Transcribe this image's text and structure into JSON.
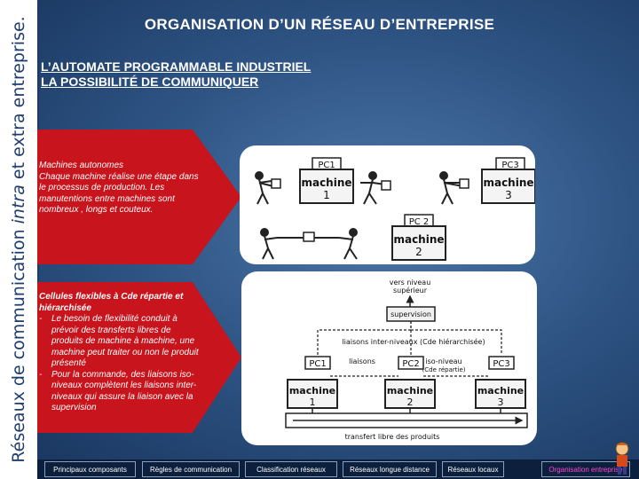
{
  "sidebar": {
    "part1": "Réseaux de communication ",
    "part2_italic": "intra",
    "part3": " et extra entreprise."
  },
  "title": "ORGANISATION D’UN RÉSEAU D’ENTREPRISE",
  "subtitle": {
    "line1": "L’AUTOMATE PROGRAMMABLE INDUSTRIEL",
    "line2": "LA POSSIBILITÉ DE COMMUNIQUER"
  },
  "box1": {
    "heading": "Machines autonomes",
    "body": "Chaque machine réalise une étape dans le processus de production. Les manutentions entre machines sont nombreux , longs et couteux."
  },
  "box2": {
    "heading": "Cellules flexibles à Cde répartie et hiérarchisée",
    "items": [
      "Le besoin de flexibilité conduit à prévoir des transferts libres de produits de machine à machine, une machine peut traiter ou non le produit présenté",
      "Pour la commande, des liaisons iso-niveaux complètent les liaisons inter-niveaux qui assure la liaison avec la supervision"
    ],
    "bullet": "-"
  },
  "diagram1": {
    "pc1": "PC1",
    "pc2": "PC 2",
    "pc3": "PC3",
    "machine_word": "machine",
    "m1": "1",
    "m2": "2",
    "m3": "3"
  },
  "diagram2": {
    "vers_line1": "vers niveau",
    "vers_line2": "supérieur",
    "supervision": "supervision",
    "inter_niveaux": "liaisons inter-niveaux (Cde hiérarchisée)",
    "liaisons": "liaisons",
    "iso_niveau_line1": "iso-niveau",
    "iso_niveau_line2": "(Cde répartie)",
    "pc1": "PC1",
    "pc2": "PC2",
    "pc3": "PC3",
    "machine_word": "machine",
    "m1": "1",
    "m2": "2",
    "m3": "3",
    "transfert": "transfert libre des produits"
  },
  "nav": [
    {
      "label": "Principaux composants",
      "active": false
    },
    {
      "label": "Règles de communication",
      "active": false
    },
    {
      "label": "Classification réseaux",
      "active": false
    },
    {
      "label": "Réseaux longue distance",
      "active": false
    },
    {
      "label": "Réseaux locaux",
      "active": false
    },
    {
      "label": "Organisation entreprise",
      "active": true
    }
  ],
  "colors": {
    "arrow_red": "#c8141c",
    "background_blue": "#2f5585",
    "active_nav": "#ff49d0"
  }
}
